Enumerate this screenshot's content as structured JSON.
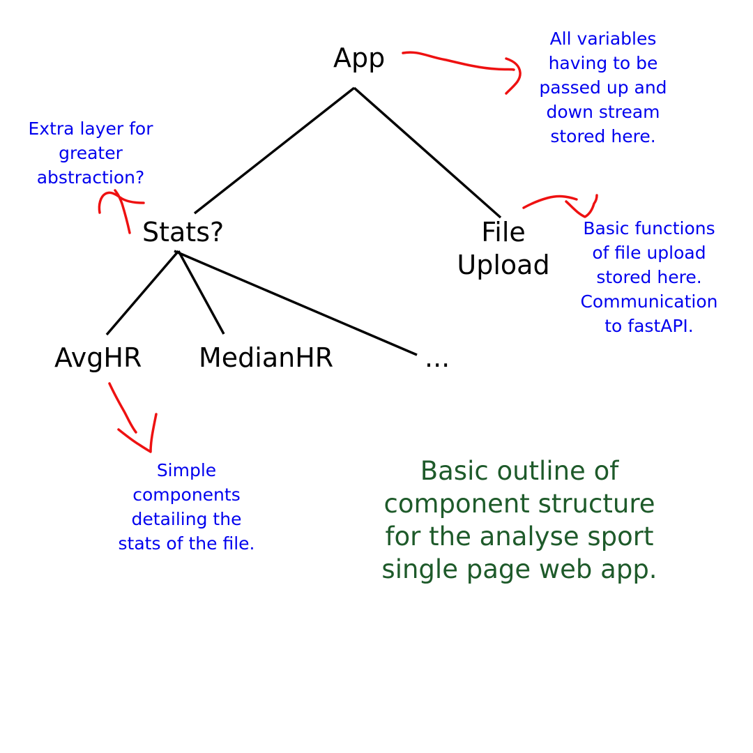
{
  "colors": {
    "tree_line": "#000000",
    "node_text": "#000000",
    "note_text": "#0000ee",
    "arrow": "#ee1111",
    "caption_text": "#1e5a2a",
    "background": "#ffffff"
  },
  "nodes": {
    "app": "App",
    "stats": "Stats?",
    "file_upload": "File\nUpload",
    "avg_hr": "AvgHR",
    "median_hr": "MedianHR",
    "more": "..."
  },
  "notes": {
    "app_note": "All variables\nhaving to be\npassed up and\ndown stream\nstored here.",
    "stats_note": "Extra layer for\ngreater\nabstraction?",
    "file_upload_note": "Basic functions\nof file upload\nstored here.\nCommunication\nto fastAPI.",
    "avg_hr_note": "Simple\ncomponents\ndetailing the\nstats of the file."
  },
  "caption": "Basic outline of\ncomponent structure\nfor the analyse sport\nsingle page web app."
}
